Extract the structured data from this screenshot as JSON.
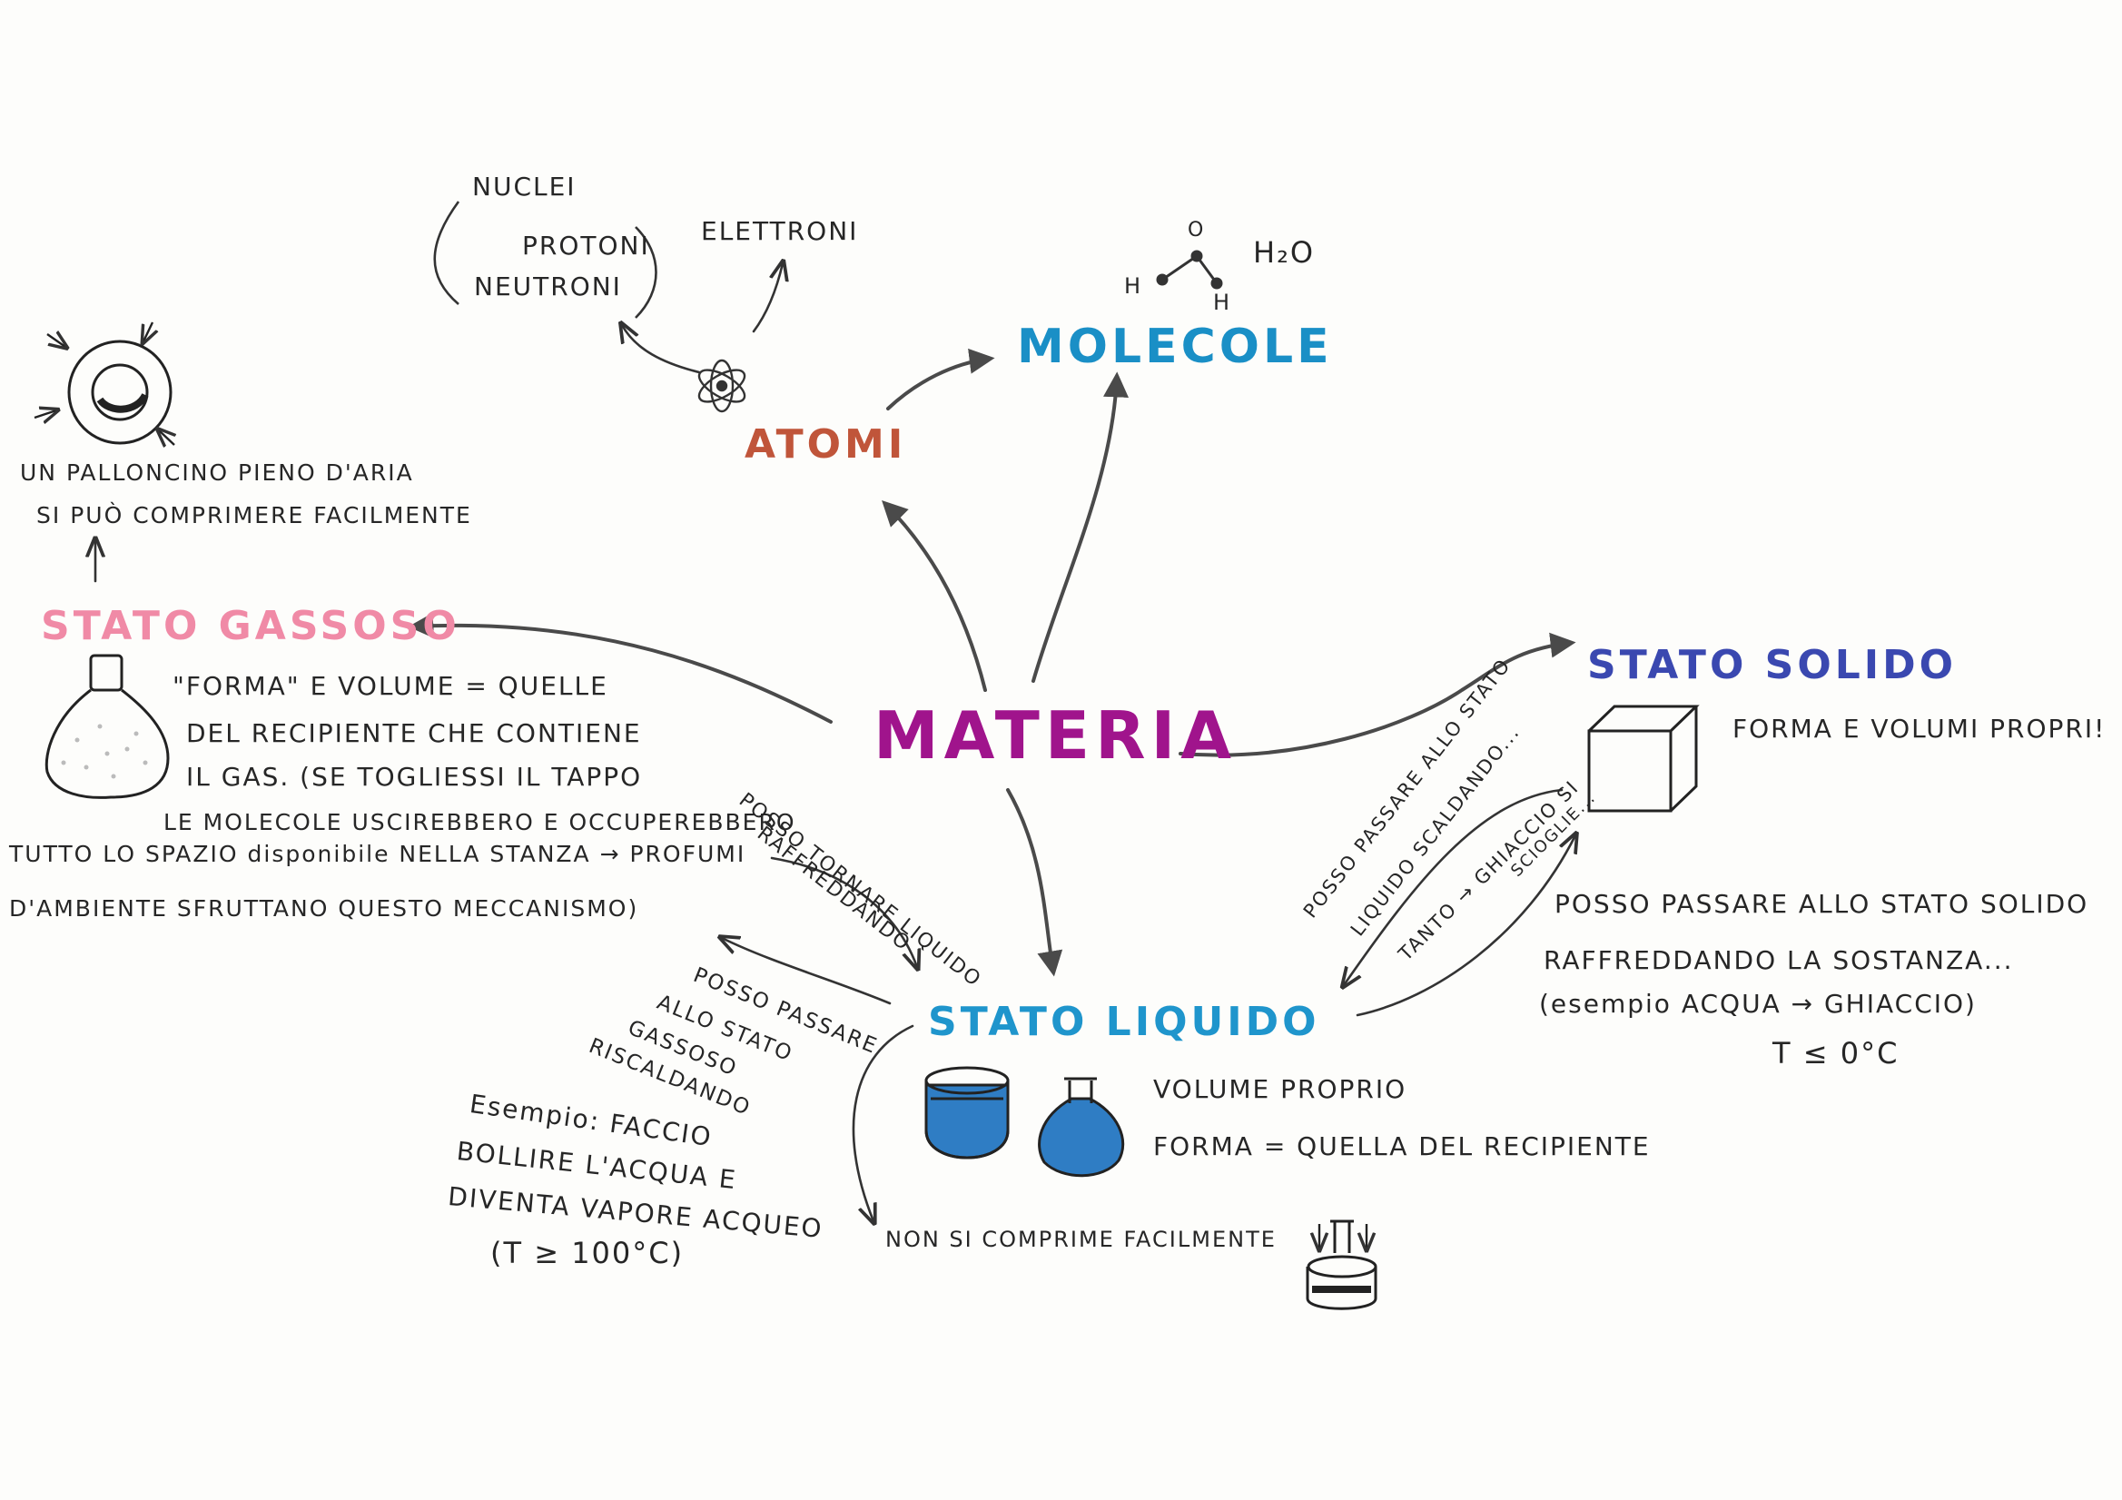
{
  "colors": {
    "ink": "#262626",
    "materia": "#a0148c",
    "molecole": "#1a8fc6",
    "atomi": "#c0553a",
    "gassoso": "#f08aa6",
    "solido": "#3a48b0",
    "liquido": "#1f95cc",
    "water": "#2f7dc4"
  },
  "center": {
    "title": "MATERIA"
  },
  "atomi": {
    "label": "ATOMI",
    "nuclei": "NUCLEI",
    "protoni": "PROTONI",
    "neutroni": "NEUTRONI",
    "elettroni": "ELETTRONI",
    "atom_icon": "atom-icon"
  },
  "molecole": {
    "label": "MOLECOLE",
    "formula": "H₂O",
    "atom_o": "O",
    "atom_h1": "H",
    "atom_h2": "H",
    "icon": "water-molecule-icon"
  },
  "gassoso": {
    "label": "STATO GASSOSO",
    "balloon_text": [
      "UN PALLONCINO PIENO D'ARIA",
      "SI PUÒ COMPRIMERE FACILMENTE"
    ],
    "desc": [
      "\"FORMA\" E VOLUME = QUELLE",
      "DEL RECIPIENTE CHE CONTIENE",
      "IL GAS. (SE TOGLIESSI IL TAPPO",
      "LE MOLECOLE USCIREBBERO E OCCUPEREBBERO",
      "TUTTO LO SPAZIO disponibile NELLA STANZA → PROFUMI",
      "D'AMBIENTE SFRUTTANO QUESTO MECCANISMO)"
    ],
    "balloon_icon": "balloon-icon",
    "flask_icon": "stoppered-flask-icon"
  },
  "solido": {
    "label": "STATO SOLIDO",
    "desc": "FORMA E VOLUMI PROPRI!",
    "to_liquid": [
      "POSSO PASSARE ALLO STATO",
      "LIQUIDO SCALDANDO..."
    ],
    "to_liquid_example": [
      "TANTO → GHIACCIO SI",
      "SCIOGLIE..."
    ],
    "from_liquid": [
      "POSSO PASSARE ALLO STATO SOLIDO",
      "RAFFREDDANDO LA SOSTANZA...",
      "(esempio ACQUA → GHIACCIO)",
      "T ≤ 0°C"
    ],
    "cube_icon": "cube-icon"
  },
  "liquido": {
    "label": "STATO LIQUIDO",
    "desc": [
      "VOLUME PROPRIO",
      "FORMA = QUELLA DEL RECIPIENTE"
    ],
    "compress": "NON SI COMPRIME FACILMENTE",
    "from_gas": [
      "POSSO TORNARE LIQUIDO",
      "RAFFREDDANDO"
    ],
    "to_gas": [
      "POSSO PASSARE",
      "ALLO STATO",
      "GASSOSO",
      "RISCALDANDO"
    ],
    "example": [
      "Esempio: FACCIO",
      "BOLLIRE L'ACQUA E",
      "DIVENTA VAPORE ACQUEO",
      "(T ≥ 100°C)"
    ],
    "beaker_icon": "beaker-icon",
    "flask_icon": "round-flask-icon",
    "piston_icon": "piston-icon"
  }
}
